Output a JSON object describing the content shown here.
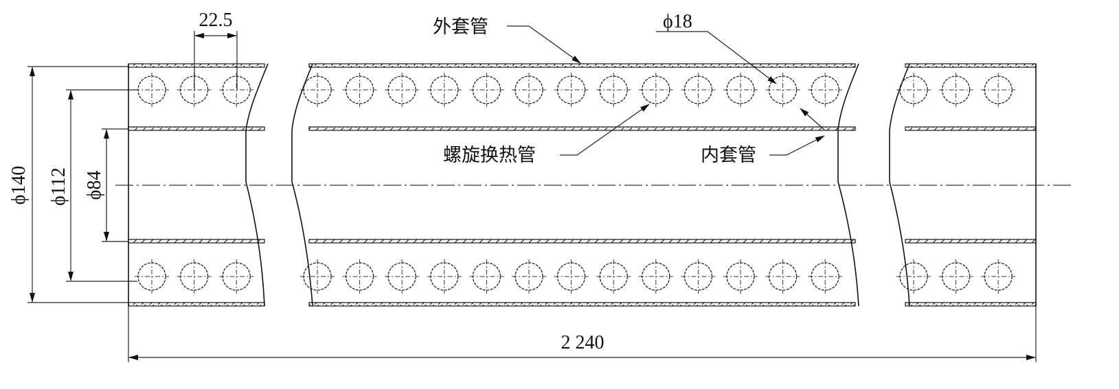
{
  "labels": {
    "outer_tube": "外套管",
    "inner_tube": "内套管",
    "spiral_tube": "螺旋换热管",
    "hole_diameter": "ϕ18"
  },
  "dimensions": {
    "pitch": "22.5",
    "outer_diameter": "ϕ140",
    "helix_diameter": "ϕ112",
    "inner_diameter": "ϕ84",
    "length": "2 240"
  },
  "segments": {
    "left_hole_count": 3,
    "middle_hole_count": 13,
    "right_hole_count": 3
  }
}
